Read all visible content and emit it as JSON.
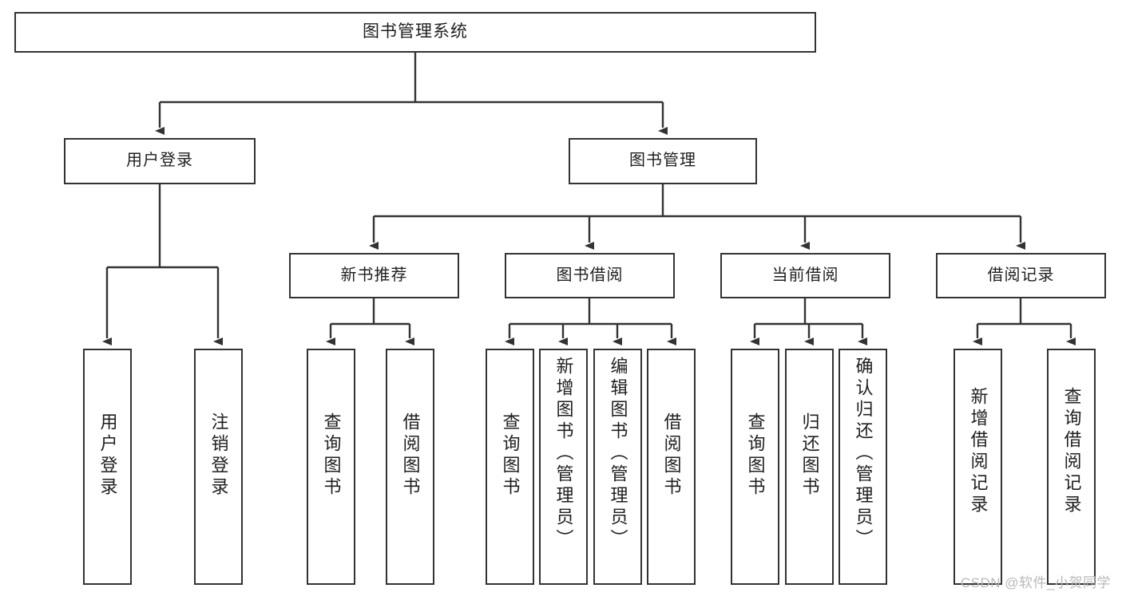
{
  "diagram": {
    "title": "图书管理系统",
    "watermark": "CSDN @软件_小贺同学",
    "stroke_color": "#333333",
    "fill_color": "#ffffff",
    "text_color": "#1f1f1f",
    "watermark_color": "#b9b9b9"
  },
  "root": {
    "label": "图书管理系统"
  },
  "level2": [
    {
      "label": "用户登录"
    },
    {
      "label": "图书管理"
    }
  ],
  "level3": [
    {
      "label": "新书推荐"
    },
    {
      "label": "图书借阅"
    },
    {
      "label": "当前借阅"
    },
    {
      "label": "借阅记录"
    }
  ],
  "leaves": {
    "user_login": [
      {
        "label": "用户登录"
      },
      {
        "label": "注销登录"
      }
    ],
    "new_recommend": [
      {
        "label": "查询图书"
      },
      {
        "label": "借阅图书"
      }
    ],
    "book_borrow": [
      {
        "label": "查询图书"
      },
      {
        "label": "新增图书（管理员）"
      },
      {
        "label": "编辑图书（管理员）"
      },
      {
        "label": "借阅图书"
      }
    ],
    "current_borrow": [
      {
        "label": "查询图书"
      },
      {
        "label": "归还图书"
      },
      {
        "label": "确认归还（管理员）"
      }
    ],
    "borrow_record": [
      {
        "label": "新增借阅记录"
      },
      {
        "label": "查询借阅记录"
      }
    ]
  }
}
